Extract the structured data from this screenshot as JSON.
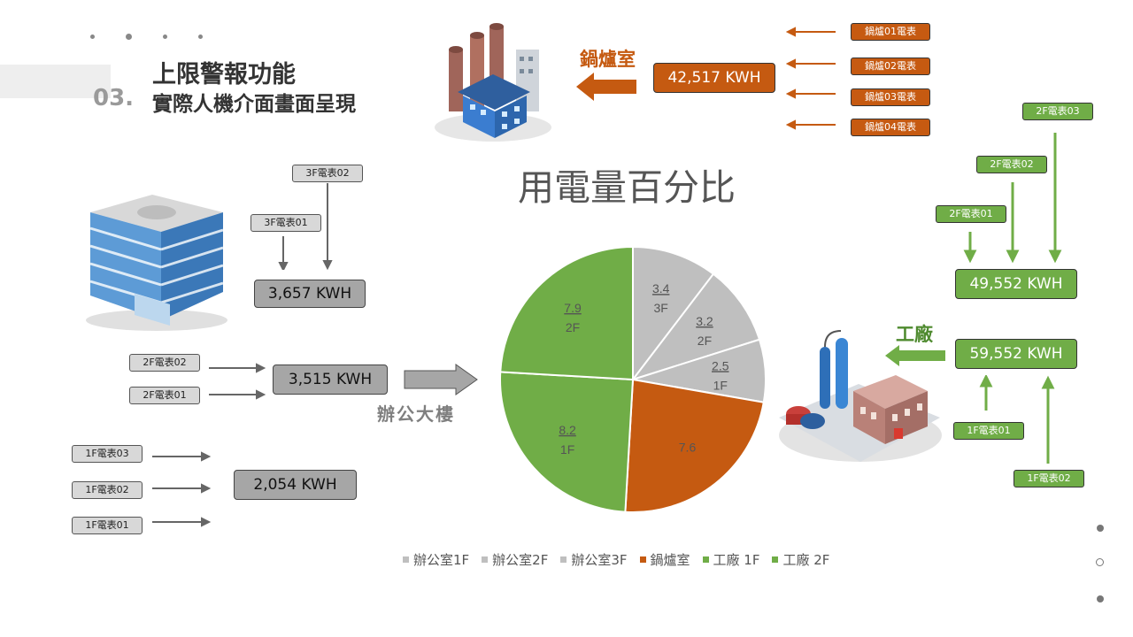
{
  "header": {
    "section_number": "03.",
    "title": "上限警報功能",
    "subtitle": "實際人機介面畫面呈現"
  },
  "boiler": {
    "label": "鍋爐室",
    "total": "42,517 KWH",
    "meters": [
      "鍋爐01電表",
      "鍋爐02電表",
      "鍋爐03電表",
      "鍋爐04電表"
    ]
  },
  "office": {
    "label": "辦公大樓",
    "floor3": {
      "meters": [
        "3F電表02",
        "3F電表01"
      ],
      "total": "3,657 KWH"
    },
    "floor2": {
      "meters": [
        "2F電表02",
        "2F電表01"
      ],
      "total": "3,515 KWH"
    },
    "floor1": {
      "meters": [
        "1F電表03",
        "1F電表02",
        "1F電表01"
      ],
      "total": "2,054 KWH"
    }
  },
  "factory": {
    "label": "工廠",
    "floor2": {
      "meters": [
        "2F電表03",
        "2F電表02",
        "2F電表01"
      ],
      "total": "49,552 KWH"
    },
    "floor1": {
      "meters": [
        "1F電表01",
        "1F電表02"
      ],
      "total": "59,552 KWH"
    }
  },
  "colors": {
    "gray": "#bfbfbf",
    "orange": "#c55a11",
    "green": "#70ad47"
  },
  "chart_data": {
    "type": "pie",
    "title": "用電量百分比",
    "slices": [
      {
        "category": "辦公室3F",
        "value": 3.4,
        "label": "3.4",
        "sub": "3F",
        "color": "#bfbfbf"
      },
      {
        "category": "辦公室2F",
        "value": 3.2,
        "label": "3.2",
        "sub": "2F",
        "color": "#bfbfbf"
      },
      {
        "category": "辦公室1F",
        "value": 2.5,
        "label": "2.5",
        "sub": "1F",
        "color": "#bfbfbf"
      },
      {
        "category": "鍋爐室",
        "value": 7.6,
        "label": "7.6",
        "sub": "",
        "color": "#c55a11"
      },
      {
        "category": "工廠 1F",
        "value": 8.2,
        "label": "8.2",
        "sub": "1F",
        "color": "#70ad47"
      },
      {
        "category": "工廠 2F",
        "value": 7.9,
        "label": "7.9",
        "sub": "2F",
        "color": "#70ad47"
      }
    ],
    "legend": [
      {
        "name": "辦公室1F",
        "color": "#bfbfbf"
      },
      {
        "name": "辦公室2F",
        "color": "#bfbfbf"
      },
      {
        "name": "辦公室3F",
        "color": "#bfbfbf"
      },
      {
        "name": "鍋爐室",
        "color": "#c55a11"
      },
      {
        "name": "工廠 1F",
        "color": "#70ad47"
      },
      {
        "name": "工廠 2F",
        "color": "#70ad47"
      }
    ],
    "legend_position": "bottom"
  }
}
